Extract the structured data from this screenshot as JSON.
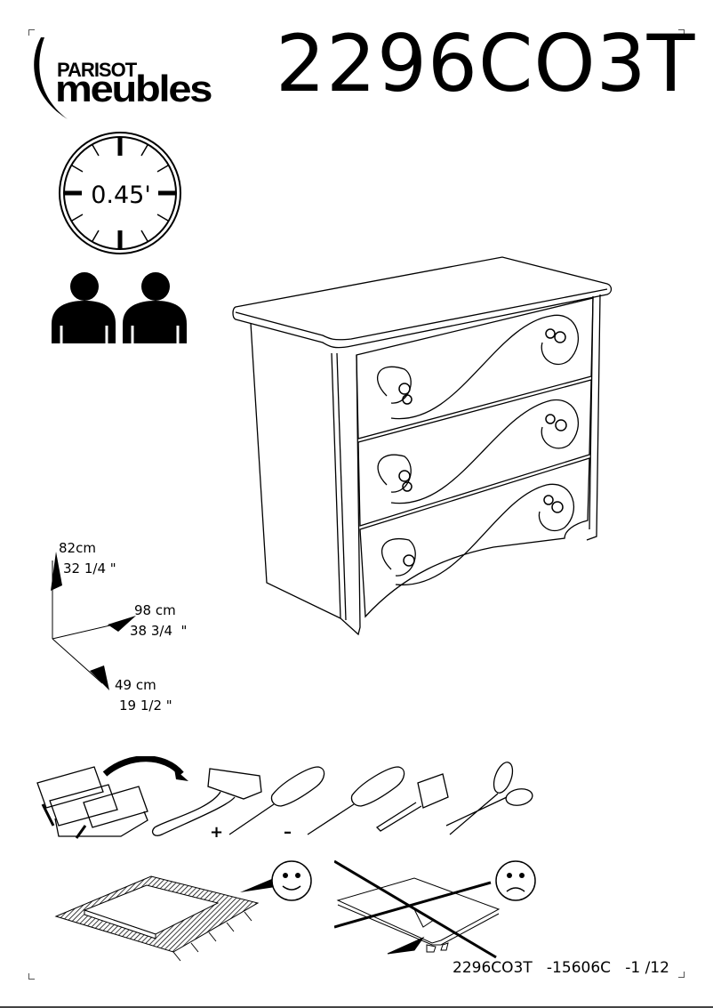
{
  "header": {
    "brand_top": "PARISOT",
    "brand_bottom": "meubles",
    "product_code": "2296CO3T"
  },
  "assembly_info": {
    "time_label": "0.45'",
    "time_icon": "clock-icon",
    "people_count": 2,
    "people_icon": "person-icon"
  },
  "dimensions": {
    "height": {
      "metric": "82cm",
      "imperial": "32 1/4 \""
    },
    "width": {
      "metric": "98 cm",
      "imperial": "38 3/4  \""
    },
    "depth": {
      "metric": "49 cm",
      "imperial": "19 1/2 \""
    }
  },
  "product_illustration": {
    "name": "chest-of-3-drawers",
    "drawers": 3
  },
  "tools": {
    "items": [
      {
        "name": "toolbox",
        "sign": ""
      },
      {
        "name": "hammer",
        "sign": ""
      },
      {
        "name": "phillips-screwdriver",
        "sign": "+"
      },
      {
        "name": "flat-screwdriver",
        "sign": "–"
      },
      {
        "name": "tape-measure",
        "sign": ""
      },
      {
        "name": "scissors",
        "sign": ""
      }
    ]
  },
  "instructions": {
    "good": {
      "description": "assemble on protective rug",
      "icon": "happy-face-icon"
    },
    "bad": {
      "description": "do not assemble on hard floor",
      "icon": "sad-face-icon"
    }
  },
  "footer": {
    "reference": "2296CO3T   -15606C   -1 /12"
  }
}
